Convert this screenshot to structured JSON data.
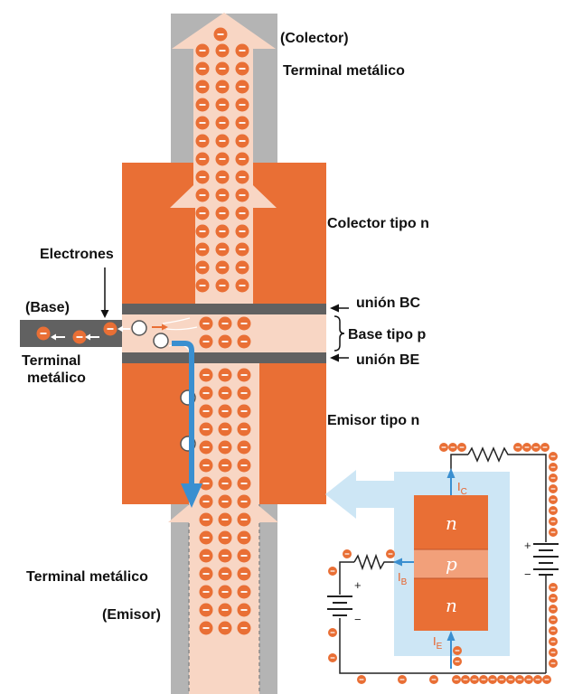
{
  "labels": {
    "collector_paren": "(Colector)",
    "collector_terminal": "Terminal metálico",
    "collector_type": "Colector tipo n",
    "electrons": "Electrones",
    "base_paren": "(Base)",
    "base_terminal_line1": "Terminal",
    "base_terminal_line2": "metálico",
    "junction_bc": "unión BC",
    "base_type": "Base tipo p",
    "junction_be": "unión BE",
    "emitter_type": "Emisor tipo n",
    "emitter_terminal": "Terminal metálico",
    "emitter_paren": "(Emisor)"
  },
  "inset": {
    "layer_top": "n",
    "layer_mid": "p",
    "layer_bot": "n",
    "current_collector_main": "I",
    "current_collector_sub": "C",
    "current_base_main": "I",
    "current_base_sub": "B",
    "current_emitter_main": "I",
    "current_emitter_sub": "E",
    "battery_left_plus": "+",
    "battery_left_minus": "−",
    "battery_right_plus": "+",
    "battery_right_minus": "−"
  },
  "colors": {
    "orange": "#e96f35",
    "light_orange": "#f8d6c4",
    "gray": "#b4b4b4",
    "dark_gray": "#616161",
    "arrow_blue": "#3a8fd0",
    "inset_blue": "#cde6f5"
  }
}
